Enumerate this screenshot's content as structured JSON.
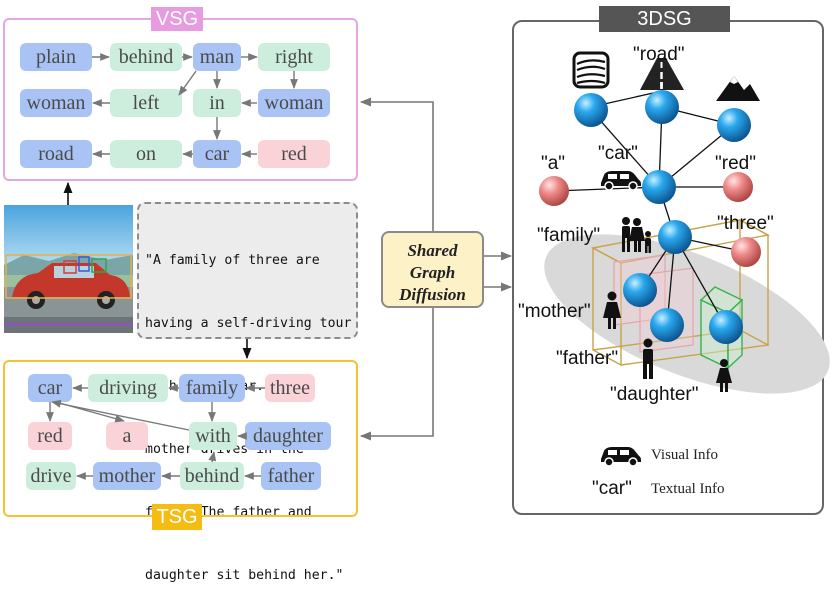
{
  "vsg": {
    "title": "VSG",
    "nodes": {
      "plain": "plain",
      "behind": "behind",
      "man": "man",
      "right": "right",
      "woman1": "woman",
      "left": "left",
      "in": "in",
      "woman2": "woman",
      "road": "road",
      "on": "on",
      "car": "car",
      "red": "red"
    }
  },
  "tsg": {
    "title": "TSG",
    "nodes": {
      "car": "car",
      "driving": "driving",
      "family": "family",
      "three": "three",
      "red": "red",
      "a": "a",
      "with": "with",
      "daughter": "daughter",
      "drive": "drive",
      "mother": "mother",
      "behind": "behind",
      "father": "father"
    }
  },
  "caption": {
    "lines": [
      "\"A family of three are",
      "having a self-driving tour",
      "with a red car. The",
      "mother drives in the",
      "front. The father and",
      "daughter sit behind her.\""
    ]
  },
  "sgd": {
    "line1": "Shared",
    "line2": "Graph",
    "line3": "Diffusion"
  },
  "dsg": {
    "title": "3DSG",
    "labels": {
      "road": "\"road\"",
      "a": "\"a\"",
      "car": "\"car\"",
      "red": "\"red\"",
      "family": "\"family\"",
      "three": "\"three\"",
      "mother": "\"mother\"",
      "father": "\"father\"",
      "daughter": "\"daughter\""
    },
    "legend": {
      "visual": "Visual Info",
      "textual_key": "\"car\"",
      "textual": "Textual Info"
    }
  },
  "colors": {
    "vsg_border": "#e6a6e0",
    "vsg_title": "#e79be0",
    "tsg_border": "#f3c430",
    "tsg_title": "#f5bc12",
    "dsg_title": "#555555",
    "object": "#a9c4f4",
    "relation": "#cdeedd",
    "attribute": "#f9d3d8",
    "sphere_blue": "#1597e3",
    "sphere_pink": "#e8807e"
  }
}
